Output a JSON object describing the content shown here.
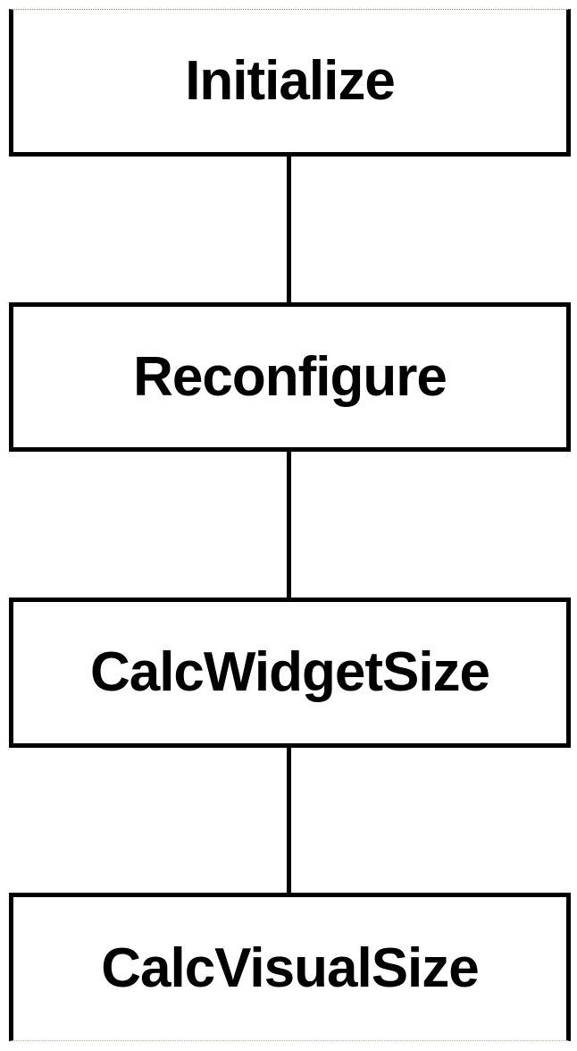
{
  "diagram": {
    "type": "flowchart",
    "nodes": [
      {
        "id": "initialize",
        "label": "Initialize"
      },
      {
        "id": "reconfigure",
        "label": "Reconfigure"
      },
      {
        "id": "calc-widget-size",
        "label": "CalcWidgetSize"
      },
      {
        "id": "calc-visual-size",
        "label": "CalcVisualSize"
      }
    ],
    "edges": [
      {
        "from": "Initialize",
        "to": "Reconfigure"
      },
      {
        "from": "Reconfigure",
        "to": "CalcWidgetSize"
      },
      {
        "from": "CalcWidgetSize",
        "to": "CalcVisualSize"
      }
    ],
    "colors": {
      "border": "#000000",
      "background": "#ffffff",
      "text": "#000000",
      "dotted_edge_top": "#8f8c6a",
      "dotted_edge_bottom": "#bcb079"
    }
  }
}
